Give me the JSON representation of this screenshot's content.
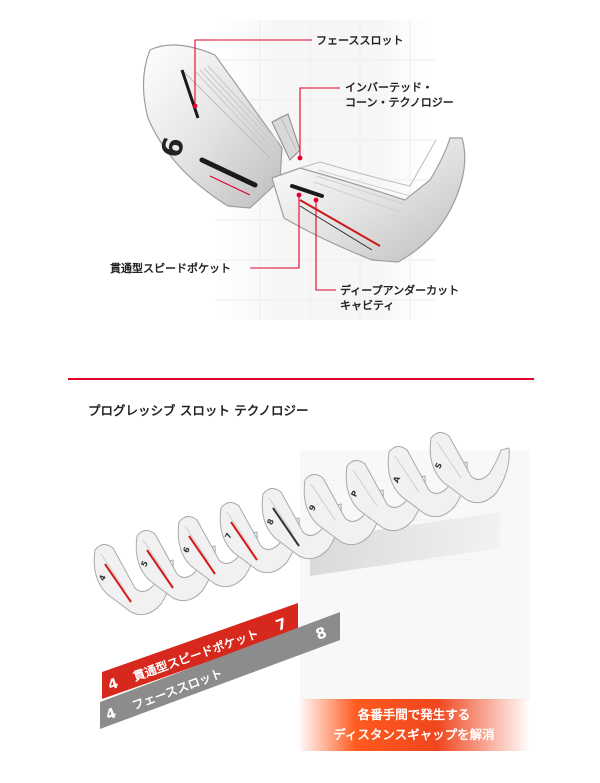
{
  "callouts": {
    "face_slot": "フェーススロット",
    "inverted_cone_line1": "インバーテッド・",
    "inverted_cone_line2": "コーン・テクノロジー",
    "speed_pocket": "貫通型スピードポケット",
    "deep_undercut_line1": "ディープアンダーカット",
    "deep_undercut_line2": "キャビティ"
  },
  "club_marks": {
    "head_number": "6",
    "iron_numbers": [
      "4",
      "5",
      "6",
      "7",
      "8",
      "9",
      "P",
      "A",
      "S"
    ]
  },
  "section": {
    "title": "プログレッシブ スロット テクノロジー"
  },
  "ribbons": {
    "speed_pocket": {
      "start": "4",
      "label": "貫通型スピードポケット",
      "end": "7",
      "color": "#d7281e"
    },
    "face_slot": {
      "start": "4",
      "label": "フェーススロット",
      "end": "8",
      "color": "#8c8c8c"
    }
  },
  "cta": {
    "line1": "各番手間で発生する",
    "line2": "ディスタンスギャップを解消"
  },
  "colors": {
    "accent": "#e3002b",
    "cta_orange": "#f0461e"
  }
}
